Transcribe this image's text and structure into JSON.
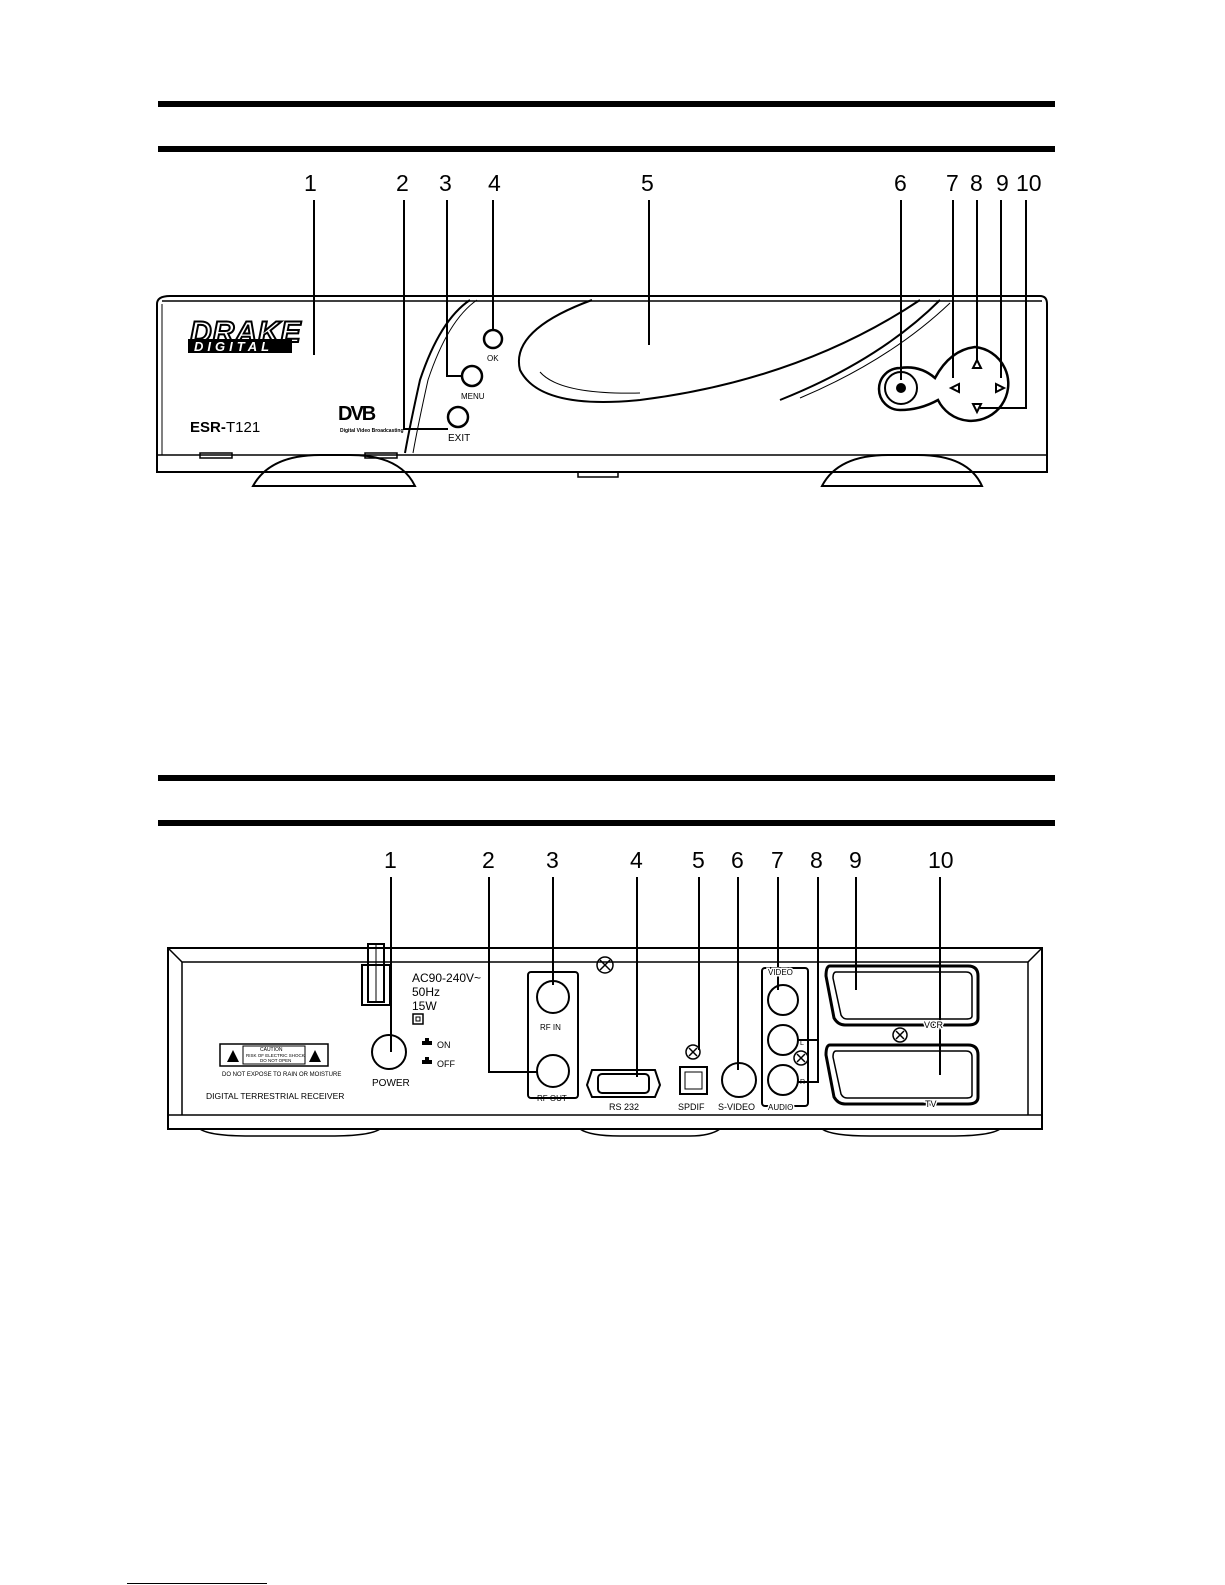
{
  "front_panel": {
    "callouts": [
      "1",
      "2",
      "3",
      "4",
      "5",
      "6",
      "7",
      "8",
      "9",
      "10"
    ],
    "brand_top": "DRAKE",
    "brand_bottom": "DIGITAL",
    "model_prefix": "ESR-",
    "model_number": "T121",
    "dvb_logo": "DVB",
    "dvb_tagline": "Digital Video Broadcasting",
    "ok_label": "OK",
    "menu_label": "MENU",
    "exit_label": "EXIT",
    "icons": [
      "power-button-icon",
      "arrow-left-icon",
      "arrow-up-icon",
      "arrow-right-icon",
      "arrow-down-icon"
    ]
  },
  "rear_panel": {
    "callouts": [
      "1",
      "2",
      "3",
      "4",
      "5",
      "6",
      "7",
      "8",
      "9",
      "10"
    ],
    "power_spec_1": "AC90-240V~",
    "power_spec_2": "50Hz",
    "power_spec_3": "15W",
    "switch_on": "ON",
    "switch_off": "OFF",
    "power_label": "POWER",
    "rf_in_label": "RF IN",
    "rf_out_label": "RF OUT",
    "rs232_label": "RS 232",
    "spdif_label": "SPDIF",
    "svideo_label": "S-VIDEO",
    "video_label": "VIDEO",
    "audio_label": "AUDIO",
    "audio_l": "L",
    "audio_r": "R",
    "vcr_label": "VCR",
    "tv_label": "TV",
    "caution_title": "CAUTION",
    "caution_line1": "RISK OF ELECTRIC SHOCK",
    "caution_line2": "DO NOT OPEN",
    "rain_warning": "DO NOT EXPOSE TO RAIN OR MOISTURE",
    "product_name": "DIGITAL TERRESTRIAL RECEIVER"
  }
}
